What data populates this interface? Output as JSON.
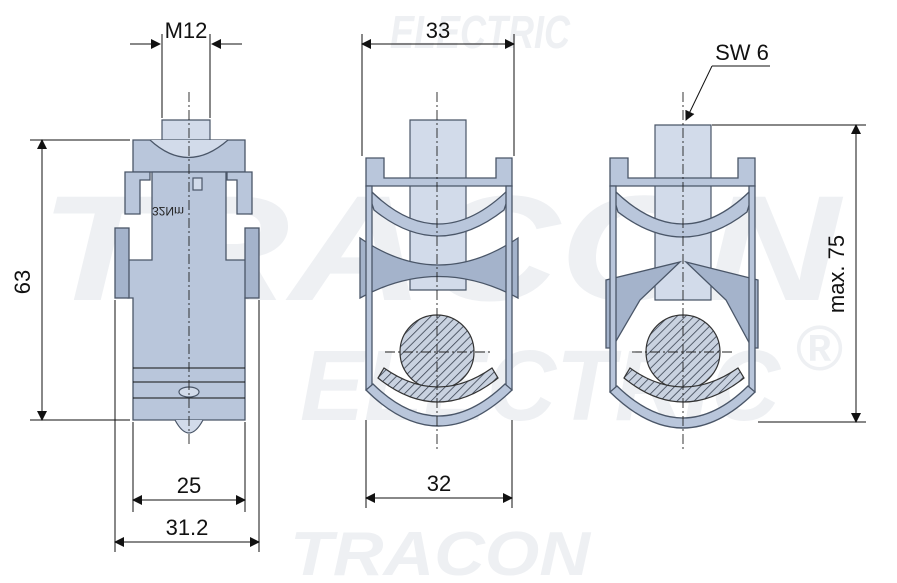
{
  "watermark": {
    "brand": "TRACON",
    "sub": "ELECTRIC",
    "registered": "®"
  },
  "dimensions": {
    "thread": "M12",
    "width_top": "33",
    "wrench": "SW 6",
    "height": "63",
    "max_height": "max. 75",
    "width_inner": "25",
    "width_outer": "31.2",
    "width_bottom": "32"
  },
  "part_marking": "32Nm",
  "colors": {
    "part_fill": "#b9c6db",
    "outline": "#4a5668",
    "dimension_lines": "#111111",
    "watermark": "#eef0f3"
  }
}
